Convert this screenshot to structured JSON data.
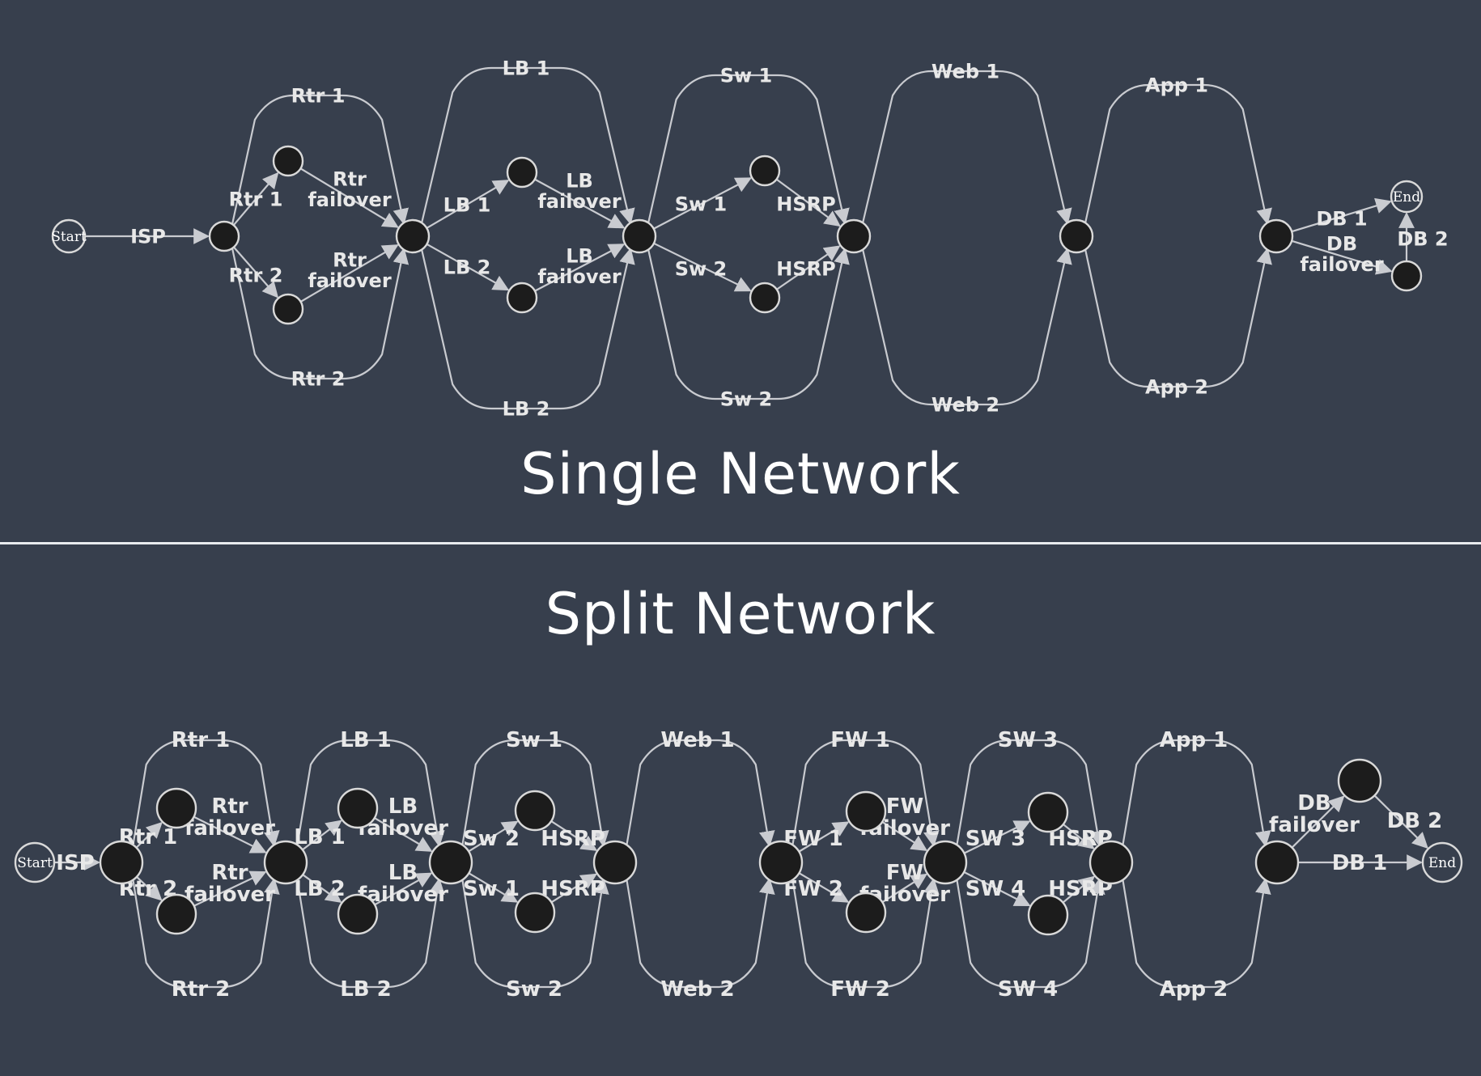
{
  "colors": {
    "background": "#373f4d",
    "edge": "#c9cbd0",
    "node_fill": "#1c1c1c",
    "node_stroke": "#d9d9d9",
    "label": "#e8e8e8",
    "divider": "#e9ecef"
  },
  "captions": {
    "single": "Single Network",
    "split": "Split Network"
  },
  "single": {
    "nodes": [
      {
        "id": "start",
        "label": "Start"
      },
      {
        "id": "n1",
        "label": ""
      },
      {
        "id": "r1",
        "label": ""
      },
      {
        "id": "r2",
        "label": ""
      },
      {
        "id": "n2",
        "label": ""
      },
      {
        "id": "l1",
        "label": ""
      },
      {
        "id": "l2",
        "label": ""
      },
      {
        "id": "n3",
        "label": ""
      },
      {
        "id": "s1",
        "label": ""
      },
      {
        "id": "s2",
        "label": ""
      },
      {
        "id": "n4",
        "label": ""
      },
      {
        "id": "n5",
        "label": ""
      },
      {
        "id": "n6",
        "label": ""
      },
      {
        "id": "end",
        "label": "End"
      },
      {
        "id": "dbf",
        "label": ""
      }
    ],
    "edges": [
      {
        "from": "start",
        "to": "n1",
        "label": "ISP"
      },
      {
        "from": "n1",
        "to": "r1",
        "label": "Rtr 1"
      },
      {
        "from": "n1",
        "to": "r2",
        "label": "Rtr 2"
      },
      {
        "from": "r1",
        "to": "n2",
        "label": "Rtr\nfailover"
      },
      {
        "from": "r2",
        "to": "n2",
        "label": "Rtr\nfailover"
      },
      {
        "from": "n1",
        "to": "n2",
        "label": "Rtr 1",
        "arc": "top"
      },
      {
        "from": "n1",
        "to": "n2",
        "label": "Rtr 2",
        "arc": "bottom"
      },
      {
        "from": "n2",
        "to": "l1",
        "label": "LB 1"
      },
      {
        "from": "n2",
        "to": "l2",
        "label": "LB 2"
      },
      {
        "from": "l1",
        "to": "n3",
        "label": "LB\nfailover"
      },
      {
        "from": "l2",
        "to": "n3",
        "label": "LB\nfailover"
      },
      {
        "from": "n2",
        "to": "n3",
        "label": "LB 1",
        "arc": "top"
      },
      {
        "from": "n2",
        "to": "n3",
        "label": "LB 2",
        "arc": "bottom"
      },
      {
        "from": "n3",
        "to": "s1",
        "label": "Sw 1"
      },
      {
        "from": "n3",
        "to": "s2",
        "label": "Sw 2"
      },
      {
        "from": "s1",
        "to": "n4",
        "label": "HSRP"
      },
      {
        "from": "s2",
        "to": "n4",
        "label": "HSRP"
      },
      {
        "from": "n3",
        "to": "n4",
        "label": "Sw 1",
        "arc": "top"
      },
      {
        "from": "n3",
        "to": "n4",
        "label": "Sw 2",
        "arc": "bottom"
      },
      {
        "from": "n4",
        "to": "n5",
        "label": "Web 1",
        "arc": "top"
      },
      {
        "from": "n4",
        "to": "n5",
        "label": "Web 2",
        "arc": "bottom"
      },
      {
        "from": "n5",
        "to": "n6",
        "label": "App 1",
        "arc": "top"
      },
      {
        "from": "n5",
        "to": "n6",
        "label": "App 2",
        "arc": "bottom"
      },
      {
        "from": "n6",
        "to": "end",
        "label": "DB 1"
      },
      {
        "from": "n6",
        "to": "dbf",
        "label": "DB\nfailover"
      },
      {
        "from": "dbf",
        "to": "end",
        "label": "DB 2"
      }
    ]
  },
  "split": {
    "nodes": [
      {
        "id": "start",
        "label": "Start"
      },
      {
        "id": "m1",
        "label": ""
      },
      {
        "id": "r1",
        "label": ""
      },
      {
        "id": "r2",
        "label": ""
      },
      {
        "id": "m2",
        "label": ""
      },
      {
        "id": "l1",
        "label": ""
      },
      {
        "id": "l2",
        "label": ""
      },
      {
        "id": "m3",
        "label": ""
      },
      {
        "id": "s1",
        "label": ""
      },
      {
        "id": "s2",
        "label": ""
      },
      {
        "id": "m4",
        "label": ""
      },
      {
        "id": "m5",
        "label": ""
      },
      {
        "id": "f1",
        "label": ""
      },
      {
        "id": "f2",
        "label": ""
      },
      {
        "id": "m6",
        "label": ""
      },
      {
        "id": "w3",
        "label": ""
      },
      {
        "id": "w4",
        "label": ""
      },
      {
        "id": "m7",
        "label": ""
      },
      {
        "id": "m8",
        "label": ""
      },
      {
        "id": "dbf",
        "label": ""
      },
      {
        "id": "end",
        "label": "End"
      }
    ],
    "edges": [
      {
        "from": "start",
        "to": "m1",
        "label": "ISP"
      },
      {
        "from": "m1",
        "to": "r1",
        "label": "Rtr 1"
      },
      {
        "from": "m1",
        "to": "r2",
        "label": "Rtr 2"
      },
      {
        "from": "r1",
        "to": "m2",
        "label": "Rtr\nfailover"
      },
      {
        "from": "r2",
        "to": "m2",
        "label": "Rtr\nfailover"
      },
      {
        "from": "m1",
        "to": "m2",
        "label": "Rtr 1",
        "arc": "top"
      },
      {
        "from": "m1",
        "to": "m2",
        "label": "Rtr 2",
        "arc": "bottom"
      },
      {
        "from": "m2",
        "to": "l1",
        "label": "LB 1"
      },
      {
        "from": "m2",
        "to": "l2",
        "label": "LB 2"
      },
      {
        "from": "l1",
        "to": "m3",
        "label": "LB\nfailover"
      },
      {
        "from": "l2",
        "to": "m3",
        "label": "LB\nfailover"
      },
      {
        "from": "m2",
        "to": "m3",
        "label": "LB 1",
        "arc": "top"
      },
      {
        "from": "m2",
        "to": "m3",
        "label": "LB 2",
        "arc": "bottom"
      },
      {
        "from": "m3",
        "to": "s1",
        "label": "Sw 2"
      },
      {
        "from": "m3",
        "to": "s2",
        "label": "Sw 1"
      },
      {
        "from": "s1",
        "to": "m4",
        "label": "HSRP"
      },
      {
        "from": "s2",
        "to": "m4",
        "label": "HSRP"
      },
      {
        "from": "m3",
        "to": "m4",
        "label": "Sw 1",
        "arc": "top"
      },
      {
        "from": "m3",
        "to": "m4",
        "label": "Sw 2",
        "arc": "bottom"
      },
      {
        "from": "m4",
        "to": "m5",
        "label": "Web 1",
        "arc": "top"
      },
      {
        "from": "m4",
        "to": "m5",
        "label": "Web 2",
        "arc": "bottom"
      },
      {
        "from": "m5",
        "to": "f1",
        "label": "FW 1"
      },
      {
        "from": "m5",
        "to": "f2",
        "label": "FW 2"
      },
      {
        "from": "f1",
        "to": "m6",
        "label": "FW\nfailover"
      },
      {
        "from": "f2",
        "to": "m6",
        "label": "FW\nfailover"
      },
      {
        "from": "m5",
        "to": "m6",
        "label": "FW 1",
        "arc": "top"
      },
      {
        "from": "m5",
        "to": "m6",
        "label": "FW 2",
        "arc": "bottom"
      },
      {
        "from": "m6",
        "to": "w3",
        "label": "SW 3"
      },
      {
        "from": "m6",
        "to": "w4",
        "label": "SW 4"
      },
      {
        "from": "w3",
        "to": "m7",
        "label": "HSRP"
      },
      {
        "from": "w4",
        "to": "m7",
        "label": "HSRP"
      },
      {
        "from": "m6",
        "to": "m7",
        "label": "SW 3",
        "arc": "top"
      },
      {
        "from": "m6",
        "to": "m7",
        "label": "SW 4",
        "arc": "bottom"
      },
      {
        "from": "m7",
        "to": "m8",
        "label": "App 1",
        "arc": "top"
      },
      {
        "from": "m7",
        "to": "m8",
        "label": "App 2",
        "arc": "bottom"
      },
      {
        "from": "m8",
        "to": "dbf",
        "label": "DB\nfailover"
      },
      {
        "from": "dbf",
        "to": "end",
        "label": "DB 2"
      },
      {
        "from": "m8",
        "to": "end",
        "label": "DB 1"
      }
    ]
  }
}
